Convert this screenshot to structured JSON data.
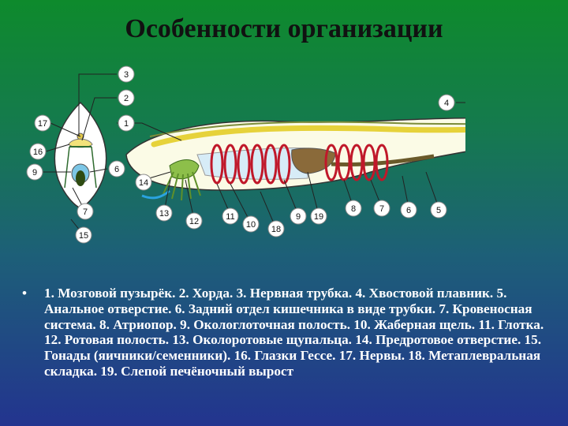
{
  "title": "Особенности организации",
  "caption": "1. Мозговой пузырёк. 2. Хорда. 3. Нервная трубка. 4. Хвостовой плавник. 5. Анальное отверстие. 6. Задний отдел кишечника в виде трубки. 7. Кровеносная система. 8. Атриопор. 9. Окологлоточная полость. 10. Жаберная щель. 11. Глотка. 12. Ротовая полость. 13. Околоротовые щупальца. 14. Предротовое отверстие. 15. Гонады (яичники/семенники). 16. Глазки Гессе. 17. Нервы. 18. Метаплевральная складка. 19. Слепой печёночный вырост",
  "bullet": "•",
  "labels": {
    "l3": "3",
    "l2": "2",
    "l1": "1",
    "l4": "4",
    "l17": "17",
    "l16": "16",
    "l9a": "9",
    "l6a": "6",
    "l14": "14",
    "l7a": "7",
    "l15": "15",
    "l13": "13",
    "l12": "12",
    "l11": "11",
    "l10": "10",
    "l18": "18",
    "l9b": "9",
    "l19": "19",
    "l8": "8",
    "l7b": "7",
    "l6b": "6",
    "l5": "5"
  }
}
